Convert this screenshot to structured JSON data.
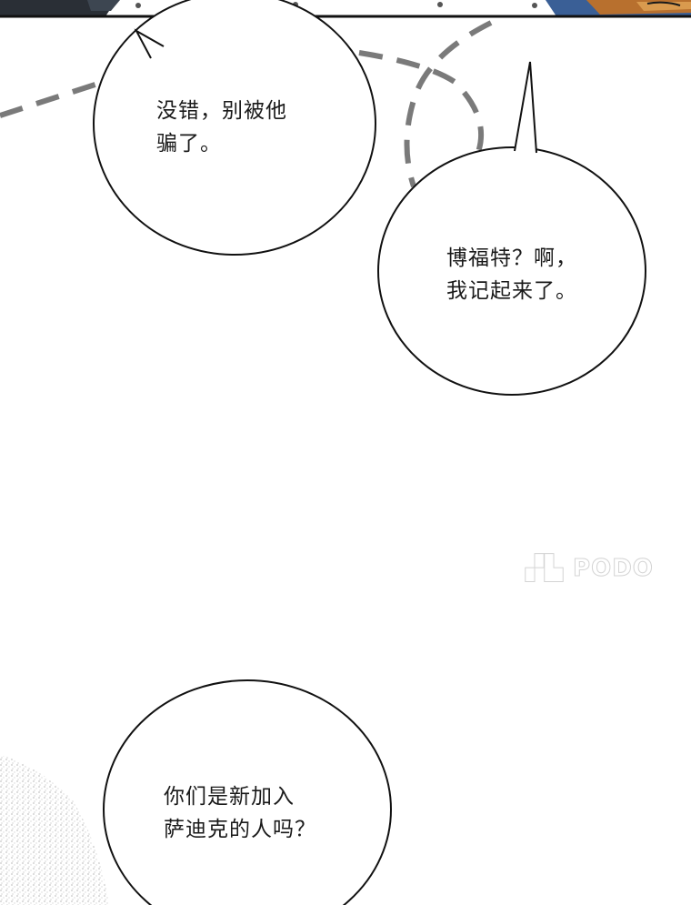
{
  "bubbles": [
    {
      "lines": [
        "没错，别被他",
        "骗了。"
      ]
    },
    {
      "lines": [
        "博福特？啊，",
        "我记起来了。"
      ]
    },
    {
      "lines": [
        "你们是新加入",
        "萨迪克的人吗？"
      ]
    }
  ],
  "watermark": {
    "text": "PODO"
  },
  "colors": {
    "ink": "#1a1a1a",
    "dash": "#7a7a7a",
    "paper": "#ffffff",
    "shirt": "#3a5f96",
    "skin": "#b8702e",
    "hair": "#2a2f36"
  }
}
